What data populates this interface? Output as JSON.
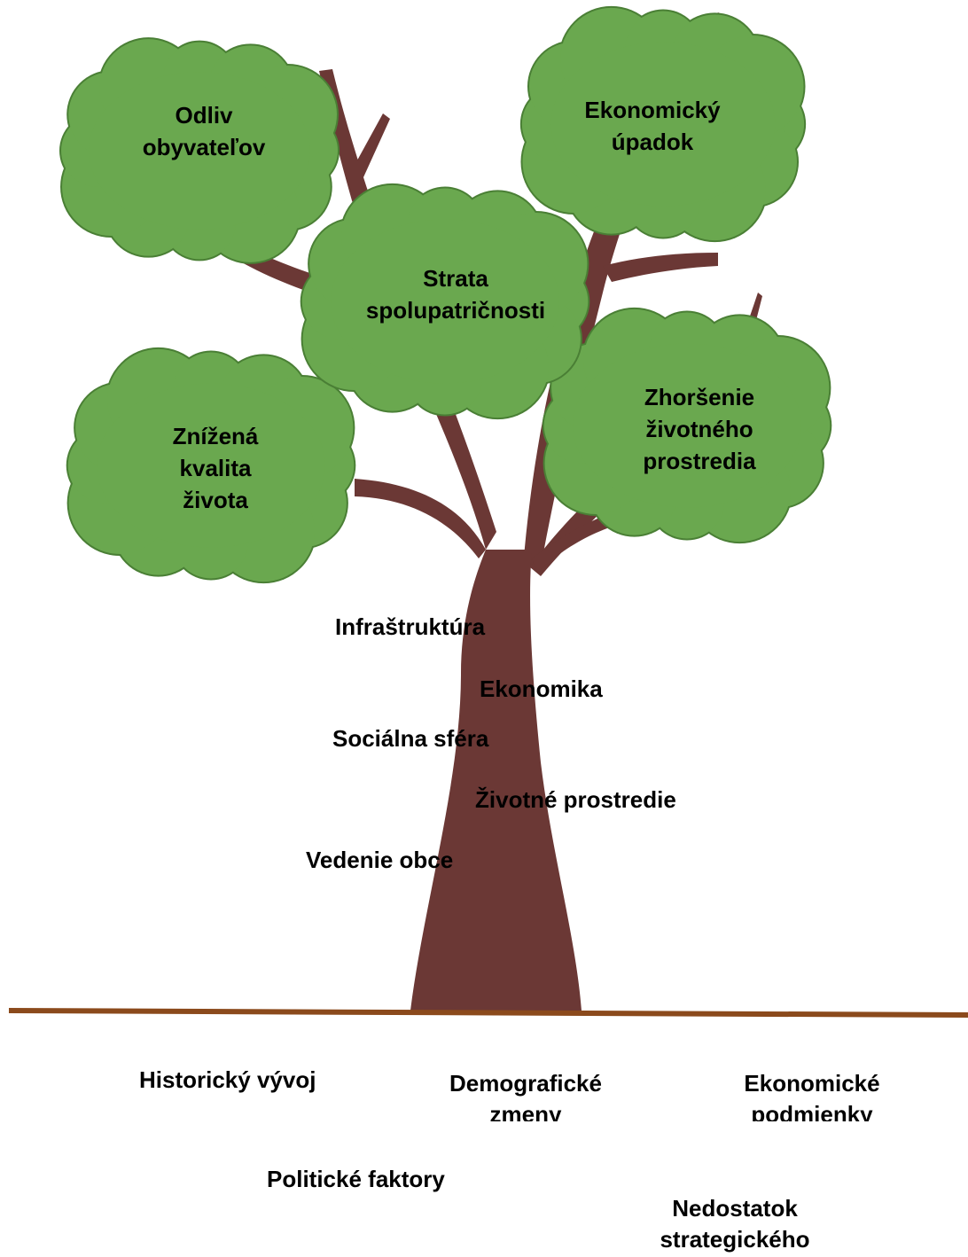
{
  "colors": {
    "trunk": "#6b3835",
    "leaves": "#6aa84f",
    "leaves_edge": "#4a7f35",
    "ground": "#8b4a1c"
  },
  "clouds": [
    {
      "id": "odliv",
      "text": "Odliv\nobyvateľov"
    },
    {
      "id": "ekon",
      "text": "Ekonomický\núpadok"
    },
    {
      "id": "strata",
      "text": "Strata\nspolupatričnosti"
    },
    {
      "id": "zniz",
      "text": "Znížená\nkvalita\nživota"
    },
    {
      "id": "zhor",
      "text": "Zhoršenie\nživotného\nprostredia"
    }
  ],
  "trunk_labels": {
    "infra": "Infraštruktúra",
    "ekonomika": "Ekonomika",
    "socialna": "Sociálna sféra",
    "zivotne": "Životné prostredie",
    "vedenie": "Vedenie obce"
  },
  "root_labels": {
    "historicky": "Historický vývoj",
    "demograficke": "Demografické\nzmeny",
    "ekonomicke": "Ekonomické\npodmienky",
    "politicke": "Politické faktory",
    "nedostatok": "Nedostatok\nstrategického\nplánovania"
  }
}
